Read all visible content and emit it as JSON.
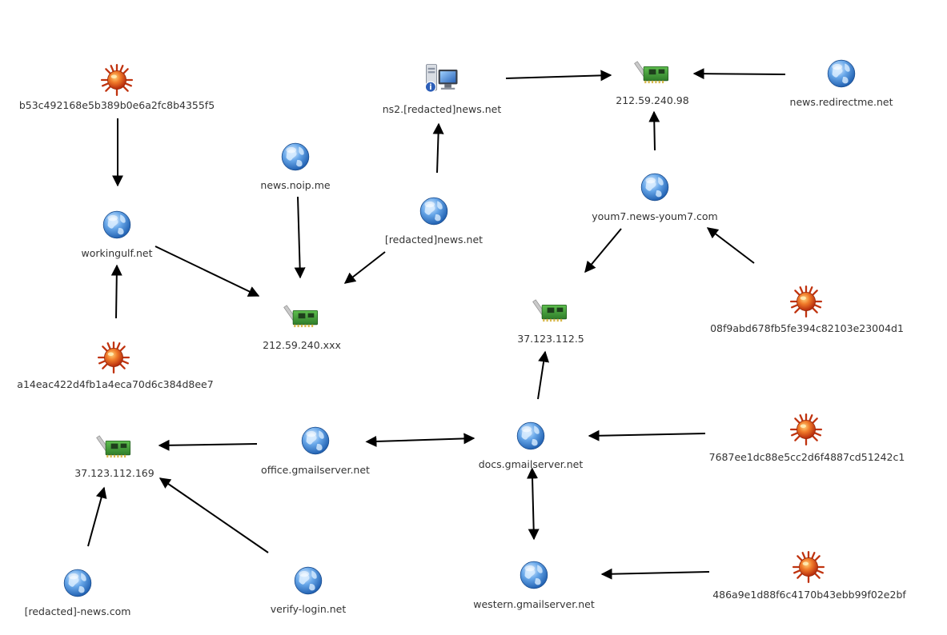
{
  "nodes": [
    {
      "id": "hash-b53",
      "kind": "malware",
      "label": "b53c492168e5b389b0e6a2fc8b4355f5"
    },
    {
      "id": "workingulf",
      "kind": "domain",
      "label": "workingulf.net"
    },
    {
      "id": "hash-a14",
      "kind": "malware",
      "label": "a14eac422d4fb1a4eca70d6c384d8ee7"
    },
    {
      "id": "newsnoip",
      "kind": "domain",
      "label": "news.noip.me"
    },
    {
      "id": "ip-212xxx",
      "kind": "ip",
      "label": "212.59.240.xxx"
    },
    {
      "id": "ns2",
      "kind": "server",
      "label": "ns2.[redacted]news.net"
    },
    {
      "id": "redactednews",
      "kind": "domain",
      "label": "[redacted]news.net"
    },
    {
      "id": "ip-21298",
      "kind": "ip",
      "label": "212.59.240.98"
    },
    {
      "id": "redirectme",
      "kind": "domain",
      "label": "news.redirectme.net"
    },
    {
      "id": "youm7",
      "kind": "domain",
      "label": "youm7.news-youm7.com"
    },
    {
      "id": "ip-371125",
      "kind": "ip",
      "label": "37.123.112.5"
    },
    {
      "id": "hash-08f",
      "kind": "malware",
      "label": "08f9abd678fb5fe394c82103e23004d1"
    },
    {
      "id": "ip-37169",
      "kind": "ip",
      "label": "37.123.112.169"
    },
    {
      "id": "office",
      "kind": "domain",
      "label": "office.gmailserver.net"
    },
    {
      "id": "docs",
      "kind": "domain",
      "label": "docs.gmailserver.net"
    },
    {
      "id": "hash-768",
      "kind": "malware",
      "label": "7687ee1dc88e5cc2d6f4887cd51242c1"
    },
    {
      "id": "redacted-com",
      "kind": "domain",
      "label": "[redacted]-news.com"
    },
    {
      "id": "verify",
      "kind": "domain",
      "label": "verify-login.net"
    },
    {
      "id": "western",
      "kind": "domain",
      "label": "western.gmailserver.net"
    },
    {
      "id": "hash-486",
      "kind": "malware",
      "label": "486a9e1d88f6c4170b43ebb99f02e2bf"
    }
  ],
  "edges": [
    {
      "from": "hash-b53",
      "to": "workingulf",
      "bidirectional": false
    },
    {
      "from": "hash-a14",
      "to": "workingulf",
      "bidirectional": false
    },
    {
      "from": "workingulf",
      "to": "ip-212xxx",
      "bidirectional": false
    },
    {
      "from": "newsnoip",
      "to": "ip-212xxx",
      "bidirectional": false
    },
    {
      "from": "redactednews",
      "to": "ip-212xxx",
      "bidirectional": false
    },
    {
      "from": "redactednews",
      "to": "ns2",
      "bidirectional": false
    },
    {
      "from": "ns2",
      "to": "ip-21298",
      "bidirectional": false
    },
    {
      "from": "redirectme",
      "to": "ip-21298",
      "bidirectional": false
    },
    {
      "from": "youm7",
      "to": "ip-21298",
      "bidirectional": false
    },
    {
      "from": "youm7",
      "to": "ip-371125",
      "bidirectional": false
    },
    {
      "from": "hash-08f",
      "to": "youm7",
      "bidirectional": false
    },
    {
      "from": "docs",
      "to": "ip-371125",
      "bidirectional": false
    },
    {
      "from": "office",
      "to": "ip-37169",
      "bidirectional": false
    },
    {
      "from": "office",
      "to": "docs",
      "bidirectional": true
    },
    {
      "from": "hash-768",
      "to": "docs",
      "bidirectional": false
    },
    {
      "from": "redacted-com",
      "to": "ip-37169",
      "bidirectional": false
    },
    {
      "from": "verify",
      "to": "ip-37169",
      "bidirectional": false
    },
    {
      "from": "docs",
      "to": "western",
      "bidirectional": true
    },
    {
      "from": "hash-486",
      "to": "western",
      "bidirectional": false
    }
  ],
  "colors": {
    "malware": "#e8501c",
    "domain": "#3a7fd0",
    "ip_card": "#3f9a3c",
    "server": "#4a78b8",
    "edge": "#000000",
    "label": "#333333"
  }
}
